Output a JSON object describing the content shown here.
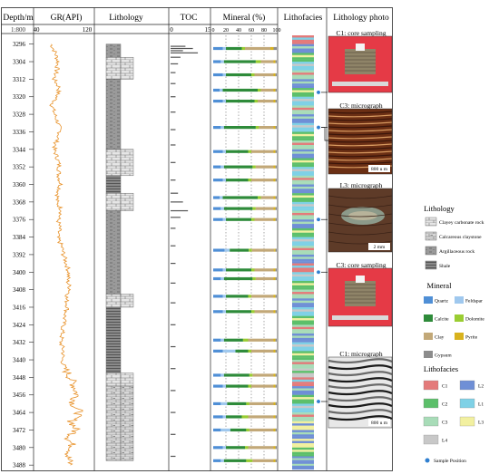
{
  "columns": {
    "depth": "Depth/m",
    "gr": "GR(API)",
    "lithology": "Lithology",
    "toc": "TOC",
    "mineral": "Mineral (%)",
    "lithofacies": "Lithofacies",
    "photo": "Lithology photo"
  },
  "scale_label": "1:800",
  "gr_axis": {
    "min": "40",
    "max": "120"
  },
  "toc_axis": {
    "min": "0",
    "max": "15"
  },
  "mineral_axis": [
    "0",
    "20",
    "40",
    "60",
    "80",
    "100"
  ],
  "depth_ticks": [
    "3296",
    "3304",
    "3312",
    "3320",
    "3328",
    "3336",
    "3344",
    "3352",
    "3360",
    "3368",
    "3376",
    "3384",
    "3392",
    "3400",
    "3408",
    "3416",
    "3424",
    "3432",
    "3440",
    "3448",
    "3456",
    "3464",
    "3472",
    "3480",
    "3488"
  ],
  "photos": [
    {
      "label": "C1: core sampling",
      "kind": "core",
      "scale": ""
    },
    {
      "label": "C3: micrograph",
      "kind": "micro-brown",
      "scale": "800 u m"
    },
    {
      "label": "L3: micrograph",
      "kind": "micro-lens",
      "scale": "2 mm"
    },
    {
      "label": "C3: core sampling",
      "kind": "core",
      "scale": ""
    },
    {
      "label": "C1: micrograph",
      "kind": "micro-gray",
      "scale": "800 u m"
    }
  ],
  "legend": {
    "lithology_title": "Lithology",
    "lithology": [
      {
        "label": "Clayey carbonate rock",
        "pattern": "brick-light"
      },
      {
        "label": "Calcareous claystone",
        "pattern": "brick-dash"
      },
      {
        "label": "Argillaceous rock",
        "pattern": "dash"
      },
      {
        "label": "Shale",
        "pattern": "lines"
      }
    ],
    "mineral_title": "Mineral",
    "minerals": [
      {
        "label": "Quartz",
        "color": "#4f8fd6"
      },
      {
        "label": "Feldspar",
        "color": "#9fc8ee"
      },
      {
        "label": "Calcite",
        "color": "#2e8b3a"
      },
      {
        "label": "Dolomite",
        "color": "#9acd32"
      },
      {
        "label": "Clay",
        "color": "#c2a878"
      },
      {
        "label": "Pyrite",
        "color": "#d8b21e"
      },
      {
        "label": "Gypsum",
        "color": "#8c8c8c"
      }
    ],
    "lithofacies_title": "Lithofacies",
    "lithofacies": [
      {
        "label": "C1",
        "color": "#e47a7a"
      },
      {
        "label": "L2",
        "color": "#6f8fd6"
      },
      {
        "label": "C2",
        "color": "#5cbf6a"
      },
      {
        "label": "L1",
        "color": "#7fd1e6"
      },
      {
        "label": "C3",
        "color": "#a8dcb8"
      },
      {
        "label": "L3",
        "color": "#f2f0a0"
      },
      {
        "label": "L4",
        "color": "#c8c8c8"
      }
    ],
    "sample_position": "Sample Position"
  },
  "chart_data": {
    "type": "well-log",
    "depth_range": [
      3292,
      3490
    ],
    "gr_range": [
      40,
      120
    ],
    "toc_range": [
      0,
      15
    ],
    "gr_curve": [
      {
        "depth": 3296,
        "gr": 62
      },
      {
        "depth": 3300,
        "gr": 68
      },
      {
        "depth": 3304,
        "gr": 72
      },
      {
        "depth": 3308,
        "gr": 70
      },
      {
        "depth": 3312,
        "gr": 66
      },
      {
        "depth": 3316,
        "gr": 74
      },
      {
        "depth": 3320,
        "gr": 70
      },
      {
        "depth": 3324,
        "gr": 63
      },
      {
        "depth": 3328,
        "gr": 67
      },
      {
        "depth": 3332,
        "gr": 72
      },
      {
        "depth": 3336,
        "gr": 75
      },
      {
        "depth": 3340,
        "gr": 70
      },
      {
        "depth": 3344,
        "gr": 66
      },
      {
        "depth": 3348,
        "gr": 71
      },
      {
        "depth": 3352,
        "gr": 74
      },
      {
        "depth": 3356,
        "gr": 73
      },
      {
        "depth": 3360,
        "gr": 76
      },
      {
        "depth": 3364,
        "gr": 72
      },
      {
        "depth": 3368,
        "gr": 70
      },
      {
        "depth": 3372,
        "gr": 78
      },
      {
        "depth": 3376,
        "gr": 72
      },
      {
        "depth": 3380,
        "gr": 74
      },
      {
        "depth": 3384,
        "gr": 71
      },
      {
        "depth": 3388,
        "gr": 77
      },
      {
        "depth": 3392,
        "gr": 80
      },
      {
        "depth": 3396,
        "gr": 84
      },
      {
        "depth": 3400,
        "gr": 88
      },
      {
        "depth": 3404,
        "gr": 86
      },
      {
        "depth": 3408,
        "gr": 90
      },
      {
        "depth": 3412,
        "gr": 84
      },
      {
        "depth": 3416,
        "gr": 86
      },
      {
        "depth": 3420,
        "gr": 82
      },
      {
        "depth": 3424,
        "gr": 80
      },
      {
        "depth": 3428,
        "gr": 78
      },
      {
        "depth": 3432,
        "gr": 76
      },
      {
        "depth": 3436,
        "gr": 80
      },
      {
        "depth": 3440,
        "gr": 78
      },
      {
        "depth": 3444,
        "gr": 82
      },
      {
        "depth": 3448,
        "gr": 90
      },
      {
        "depth": 3452,
        "gr": 96
      },
      {
        "depth": 3456,
        "gr": 100
      },
      {
        "depth": 3460,
        "gr": 94
      },
      {
        "depth": 3464,
        "gr": 104
      },
      {
        "depth": 3468,
        "gr": 92
      },
      {
        "depth": 3472,
        "gr": 98
      },
      {
        "depth": 3476,
        "gr": 88
      },
      {
        "depth": 3480,
        "gr": 94
      },
      {
        "depth": 3484,
        "gr": 86
      },
      {
        "depth": 3488,
        "gr": 90
      }
    ],
    "lithology_units": [
      {
        "from": 3296,
        "to": 3302,
        "type": "dash"
      },
      {
        "from": 3302,
        "to": 3312,
        "type": "brick-light"
      },
      {
        "from": 3312,
        "to": 3344,
        "type": "dash"
      },
      {
        "from": 3344,
        "to": 3356,
        "type": "brick-light"
      },
      {
        "from": 3356,
        "to": 3364,
        "type": "lines"
      },
      {
        "from": 3364,
        "to": 3372,
        "type": "brick-light"
      },
      {
        "from": 3372,
        "to": 3410,
        "type": "dash"
      },
      {
        "from": 3410,
        "to": 3416,
        "type": "brick-light"
      },
      {
        "from": 3416,
        "to": 3446,
        "type": "lines"
      },
      {
        "from": 3446,
        "to": 3452,
        "type": "brick-light"
      },
      {
        "from": 3452,
        "to": 3486,
        "type": "brick-dash"
      }
    ],
    "toc_bars": [
      {
        "depth": 3297,
        "toc": 6
      },
      {
        "depth": 3298,
        "toc": 9
      },
      {
        "depth": 3299,
        "toc": 5
      },
      {
        "depth": 3300,
        "toc": 11
      },
      {
        "depth": 3302,
        "toc": 4
      },
      {
        "depth": 3305,
        "toc": 3
      },
      {
        "depth": 3309,
        "toc": 2
      },
      {
        "depth": 3314,
        "toc": 2
      },
      {
        "depth": 3320,
        "toc": 2
      },
      {
        "depth": 3327,
        "toc": 2
      },
      {
        "depth": 3335,
        "toc": 2
      },
      {
        "depth": 3342,
        "toc": 2
      },
      {
        "depth": 3350,
        "toc": 2
      },
      {
        "depth": 3358,
        "toc": 2
      },
      {
        "depth": 3364,
        "toc": 3
      },
      {
        "depth": 3368,
        "toc": 5
      },
      {
        "depth": 3372,
        "toc": 7
      },
      {
        "depth": 3375,
        "toc": 4
      },
      {
        "depth": 3380,
        "toc": 2
      },
      {
        "depth": 3388,
        "toc": 2
      },
      {
        "depth": 3396,
        "toc": 2
      },
      {
        "depth": 3405,
        "toc": 2
      },
      {
        "depth": 3414,
        "toc": 2
      },
      {
        "depth": 3424,
        "toc": 2
      },
      {
        "depth": 3434,
        "toc": 2
      },
      {
        "depth": 3444,
        "toc": 2
      },
      {
        "depth": 3454,
        "toc": 2
      },
      {
        "depth": 3464,
        "toc": 2
      },
      {
        "depth": 3474,
        "toc": 2
      },
      {
        "depth": 3484,
        "toc": 2
      }
    ],
    "mineral_samples": [
      {
        "depth": 3298,
        "quartz": 15,
        "feldspar": 5,
        "calcite": 25,
        "dolomite": 5,
        "clay": 40,
        "pyrite": 5,
        "gypsum": 5
      },
      {
        "depth": 3304,
        "quartz": 12,
        "feldspar": 5,
        "calcite": 50,
        "dolomite": 8,
        "clay": 20,
        "pyrite": 3,
        "gypsum": 2
      },
      {
        "depth": 3310,
        "quartz": 15,
        "feldspar": 5,
        "calcite": 40,
        "dolomite": 5,
        "clay": 30,
        "pyrite": 3,
        "gypsum": 2
      },
      {
        "depth": 3317,
        "quartz": 10,
        "feldspar": 5,
        "calcite": 55,
        "dolomite": 5,
        "clay": 20,
        "pyrite": 3,
        "gypsum": 2
      },
      {
        "depth": 3322,
        "quartz": 15,
        "feldspar": 5,
        "calcite": 45,
        "dolomite": 5,
        "clay": 25,
        "pyrite": 3,
        "gypsum": 2
      },
      {
        "depth": 3334,
        "quartz": 12,
        "feldspar": 5,
        "calcite": 50,
        "dolomite": 5,
        "clay": 23,
        "pyrite": 3,
        "gypsum": 2
      },
      {
        "depth": 3345,
        "quartz": 15,
        "feldspar": 5,
        "calcite": 35,
        "dolomite": 5,
        "clay": 35,
        "pyrite": 3,
        "gypsum": 2
      },
      {
        "depth": 3352,
        "quartz": 12,
        "feldspar": 5,
        "calcite": 45,
        "dolomite": 5,
        "clay": 28,
        "pyrite": 3,
        "gypsum": 2
      },
      {
        "depth": 3358,
        "quartz": 15,
        "feldspar": 5,
        "calcite": 35,
        "dolomite": 5,
        "clay": 35,
        "pyrite": 3,
        "gypsum": 2
      },
      {
        "depth": 3366,
        "quartz": 10,
        "feldspar": 5,
        "calcite": 55,
        "dolomite": 5,
        "clay": 20,
        "pyrite": 3,
        "gypsum": 2
      },
      {
        "depth": 3371,
        "quartz": 12,
        "feldspar": 5,
        "calcite": 45,
        "dolomite": 5,
        "clay": 28,
        "pyrite": 3,
        "gypsum": 2
      },
      {
        "depth": 3376,
        "quartz": 15,
        "feldspar": 5,
        "calcite": 40,
        "dolomite": 5,
        "clay": 30,
        "pyrite": 3,
        "gypsum": 2
      },
      {
        "depth": 3390,
        "quartz": 18,
        "feldspar": 8,
        "calcite": 30,
        "dolomite": 5,
        "clay": 35,
        "pyrite": 2,
        "gypsum": 2
      },
      {
        "depth": 3399,
        "quartz": 15,
        "feldspar": 5,
        "calcite": 40,
        "dolomite": 5,
        "clay": 30,
        "pyrite": 3,
        "gypsum": 2
      },
      {
        "depth": 3403,
        "quartz": 12,
        "feldspar": 5,
        "calcite": 45,
        "dolomite": 5,
        "clay": 28,
        "pyrite": 3,
        "gypsum": 2
      },
      {
        "depth": 3411,
        "quartz": 15,
        "feldspar": 5,
        "calcite": 35,
        "dolomite": 5,
        "clay": 35,
        "pyrite": 3,
        "gypsum": 2
      },
      {
        "depth": 3418,
        "quartz": 15,
        "feldspar": 5,
        "calcite": 40,
        "dolomite": 5,
        "clay": 30,
        "pyrite": 3,
        "gypsum": 2
      },
      {
        "depth": 3431,
        "quartz": 12,
        "feldspar": 5,
        "calcite": 30,
        "dolomite": 8,
        "clay": 40,
        "pyrite": 3,
        "gypsum": 2
      },
      {
        "depth": 3436,
        "quartz": 15,
        "feldspar": 20,
        "calcite": 20,
        "dolomite": 5,
        "clay": 35,
        "pyrite": 3,
        "gypsum": 2
      },
      {
        "depth": 3447,
        "quartz": 12,
        "feldspar": 5,
        "calcite": 40,
        "dolomite": 5,
        "clay": 33,
        "pyrite": 3,
        "gypsum": 2
      },
      {
        "depth": 3452,
        "quartz": 15,
        "feldspar": 5,
        "calcite": 35,
        "dolomite": 5,
        "clay": 35,
        "pyrite": 3,
        "gypsum": 2
      },
      {
        "depth": 3460,
        "quartz": 12,
        "feldspar": 10,
        "calcite": 30,
        "dolomite": 5,
        "clay": 38,
        "pyrite": 3,
        "gypsum": 2
      },
      {
        "depth": 3466,
        "quartz": 15,
        "feldspar": 5,
        "calcite": 25,
        "dolomite": 10,
        "clay": 40,
        "pyrite": 3,
        "gypsum": 2
      },
      {
        "depth": 3472,
        "quartz": 12,
        "feldspar": 15,
        "calcite": 25,
        "dolomite": 5,
        "clay": 38,
        "pyrite": 3,
        "gypsum": 2
      },
      {
        "depth": 3480,
        "quartz": 15,
        "feldspar": 5,
        "calcite": 30,
        "dolomite": 5,
        "clay": 40,
        "pyrite": 3,
        "gypsum": 2
      },
      {
        "depth": 3486,
        "quartz": 12,
        "feldspar": 5,
        "calcite": 35,
        "dolomite": 10,
        "clay": 33,
        "pyrite": 3,
        "gypsum": 2
      }
    ],
    "lithofacies_column": [
      {
        "from": 3292,
        "to": 3296,
        "facies": "C1"
      },
      {
        "from": 3296,
        "to": 3300,
        "facies": "L2"
      },
      {
        "from": 3300,
        "to": 3304,
        "facies": "C2"
      },
      {
        "from": 3304,
        "to": 3308,
        "facies": "L1"
      },
      {
        "from": 3308,
        "to": 3312,
        "facies": "C3"
      },
      {
        "from": 3312,
        "to": 3316,
        "facies": "L2"
      },
      {
        "from": 3316,
        "to": 3320,
        "facies": "C2"
      },
      {
        "from": 3320,
        "to": 3324,
        "facies": "L1"
      },
      {
        "from": 3324,
        "to": 3328,
        "facies": "C3"
      },
      {
        "from": 3328,
        "to": 3332,
        "facies": "L2"
      },
      {
        "from": 3332,
        "to": 3336,
        "facies": "L1"
      },
      {
        "from": 3336,
        "to": 3340,
        "facies": "C2"
      },
      {
        "from": 3340,
        "to": 3344,
        "facies": "C3"
      },
      {
        "from": 3344,
        "to": 3348,
        "facies": "L2"
      },
      {
        "from": 3348,
        "to": 3352,
        "facies": "C2"
      },
      {
        "from": 3352,
        "to": 3356,
        "facies": "L1"
      },
      {
        "from": 3356,
        "to": 3360,
        "facies": "C3"
      },
      {
        "from": 3360,
        "to": 3364,
        "facies": "L2"
      },
      {
        "from": 3364,
        "to": 3368,
        "facies": "C2"
      },
      {
        "from": 3368,
        "to": 3372,
        "facies": "L1"
      },
      {
        "from": 3372,
        "to": 3376,
        "facies": "C3"
      },
      {
        "from": 3376,
        "to": 3380,
        "facies": "L2"
      },
      {
        "from": 3380,
        "to": 3384,
        "facies": "C2"
      },
      {
        "from": 3384,
        "to": 3388,
        "facies": "L1"
      },
      {
        "from": 3388,
        "to": 3392,
        "facies": "C3"
      },
      {
        "from": 3392,
        "to": 3396,
        "facies": "L2"
      },
      {
        "from": 3396,
        "to": 3400,
        "facies": "C1"
      },
      {
        "from": 3400,
        "to": 3404,
        "facies": "L1"
      },
      {
        "from": 3404,
        "to": 3408,
        "facies": "C2"
      },
      {
        "from": 3408,
        "to": 3412,
        "facies": "C3"
      },
      {
        "from": 3412,
        "to": 3416,
        "facies": "L2"
      },
      {
        "from": 3416,
        "to": 3420,
        "facies": "L1"
      },
      {
        "from": 3420,
        "to": 3424,
        "facies": "C2"
      },
      {
        "from": 3424,
        "to": 3428,
        "facies": "C3"
      },
      {
        "from": 3428,
        "to": 3432,
        "facies": "L2"
      },
      {
        "from": 3432,
        "to": 3436,
        "facies": "L1"
      },
      {
        "from": 3436,
        "to": 3440,
        "facies": "C2"
      },
      {
        "from": 3440,
        "to": 3444,
        "facies": "C3"
      },
      {
        "from": 3444,
        "to": 3448,
        "facies": "L4"
      },
      {
        "from": 3448,
        "to": 3452,
        "facies": "C1"
      },
      {
        "from": 3452,
        "to": 3456,
        "facies": "L2"
      },
      {
        "from": 3456,
        "to": 3460,
        "facies": "C2"
      },
      {
        "from": 3460,
        "to": 3464,
        "facies": "L1"
      },
      {
        "from": 3464,
        "to": 3468,
        "facies": "C3"
      },
      {
        "from": 3468,
        "to": 3472,
        "facies": "L3"
      },
      {
        "from": 3472,
        "to": 3476,
        "facies": "L2"
      },
      {
        "from": 3476,
        "to": 3480,
        "facies": "L3"
      },
      {
        "from": 3480,
        "to": 3484,
        "facies": "C2"
      },
      {
        "from": 3484,
        "to": 3490,
        "facies": "L2"
      }
    ],
    "sample_depths": [
      3318,
      3334,
      3376,
      3400,
      3459
    ]
  }
}
